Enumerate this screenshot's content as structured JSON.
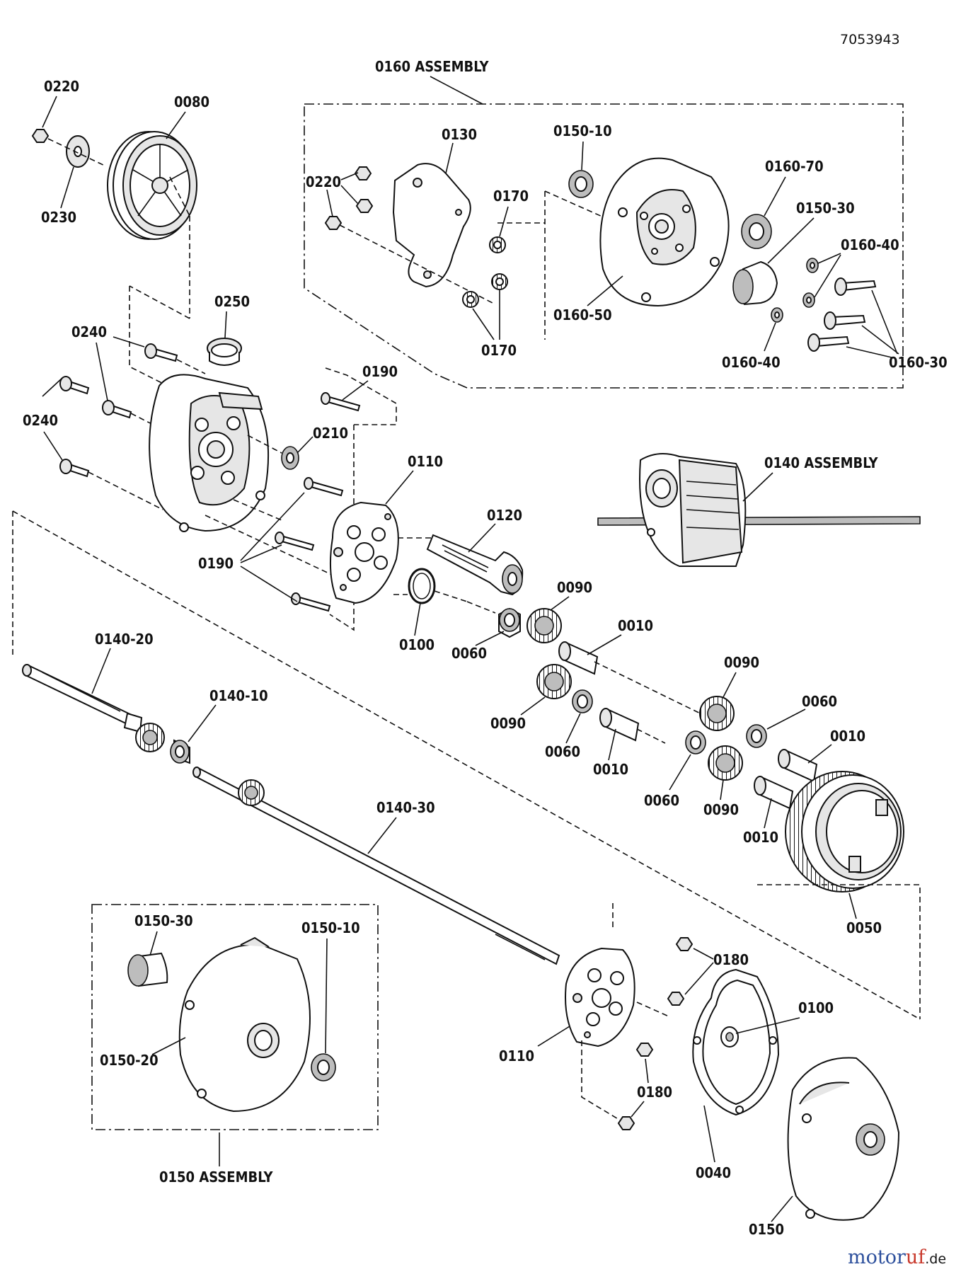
{
  "diagram_number": "7053943",
  "watermark": {
    "brand_blue": "motor",
    "brand_red": "uf",
    "suffix": ".de"
  },
  "assemblies": {
    "top": "0160 ASSEMBLY",
    "right": "0140 ASSEMBLY",
    "bottom": "0150 ASSEMBLY"
  },
  "labels": {
    "p0220_a": "0220",
    "p0080": "0080",
    "p0230": "0230",
    "p0130": "0130",
    "p0220_b": "0220",
    "p0170_a": "0170",
    "p0170_b": "0170",
    "p0150_10_a": "0150-10",
    "p0160_70": "0160-70",
    "p0150_30_a": "0150-30",
    "p0160_40_a": "0160-40",
    "p0160_50": "0160-50",
    "p0160_40_b": "0160-40",
    "p0160_30": "0160-30",
    "p0250": "0250",
    "p0240_a": "0240",
    "p0240_b": "0240",
    "p0190_a": "0190",
    "p0210": "0210",
    "p0190_b": "0190",
    "p0110_a": "0110",
    "p0120": "0120",
    "p0100_a": "0100",
    "p0060_a": "0060",
    "p0090_a": "0090",
    "p0010_a": "0010",
    "p0140_20": "0140-20",
    "p0140_10": "0140-10",
    "p0090_b": "0090",
    "p0060_b": "0060",
    "p0010_b": "0010",
    "p0090_c": "0090",
    "p0060_c": "0060",
    "p0010_c": "0010",
    "p0060_d": "0060",
    "p0090_d": "0090",
    "p0010_d": "0010",
    "p0140_30": "0140-30",
    "p0050": "0050",
    "p0150_30_b": "0150-30",
    "p0150_10_b": "0150-10",
    "p0150_20": "0150-20",
    "p0180_a": "0180",
    "p0110_b": "0110",
    "p0100_b": "0100",
    "p0180_b": "0180",
    "p0040": "0040",
    "p0150": "0150"
  }
}
